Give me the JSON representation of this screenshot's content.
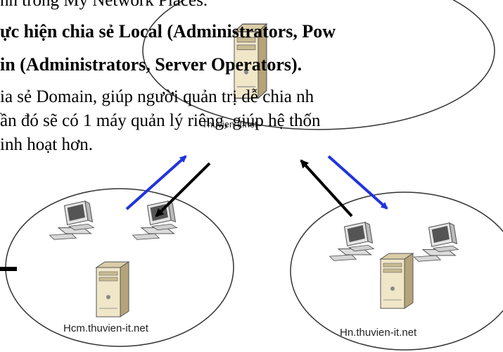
{
  "document": {
    "lines": [
      "nh trong My Network Places.",
      "ực hiện chia sẻ Local (Administrators, Pow",
      "in (Administrators, Server Operators).",
      "ia sẻ Domain, giúp người quản trị dễ chia nh",
      "ần đó sẽ có 1 máy quản lý riêng, giúp hệ thốn",
      "inh hoạt hơn."
    ]
  },
  "diagram": {
    "root_domain": "Thuvien-it.net",
    "child_domains": [
      "Hcm.thuvien-it.net",
      "Hn.thuvien-it.net"
    ]
  },
  "colors": {
    "blue_arrow": "#2233dd",
    "black_arrow": "#000000",
    "server_body": "#f0e6c8",
    "server_side": "#b5a37a",
    "monitor_frame": "#e4e4e4",
    "monitor_screen": "#555555"
  },
  "icons": [
    "server-icon",
    "computer-icon"
  ]
}
